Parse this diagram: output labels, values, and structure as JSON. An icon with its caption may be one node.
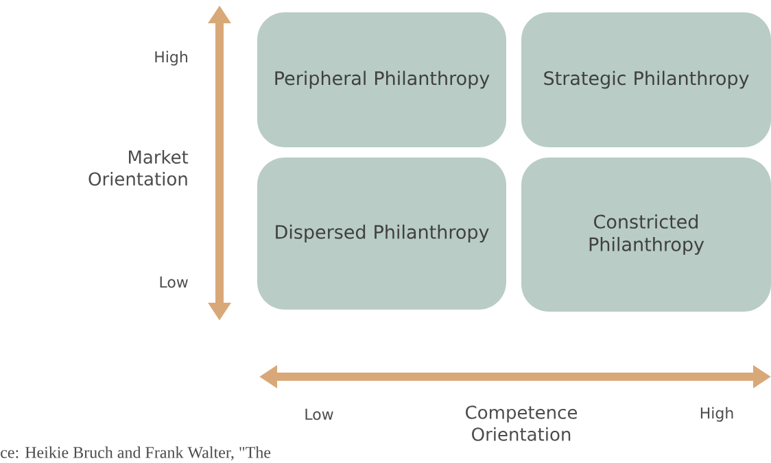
{
  "diagram": {
    "nodes": [
      {
        "text": [
          "Peripheral Philanthropy"
        ]
      },
      {
        "text": [
          "Strategic Philanthropy"
        ]
      },
      {
        "text": [
          "Dispersed Philanthropy"
        ]
      },
      {
        "text": [
          "Constricted Philanthropy"
        ]
      }
    ],
    "labels": [
      "High",
      "Market Orientation",
      "Low",
      "Low",
      "Competence Orientation",
      "High",
      "ce: Heikie Bruch and Frank Walter, \"The"
    ]
  }
}
